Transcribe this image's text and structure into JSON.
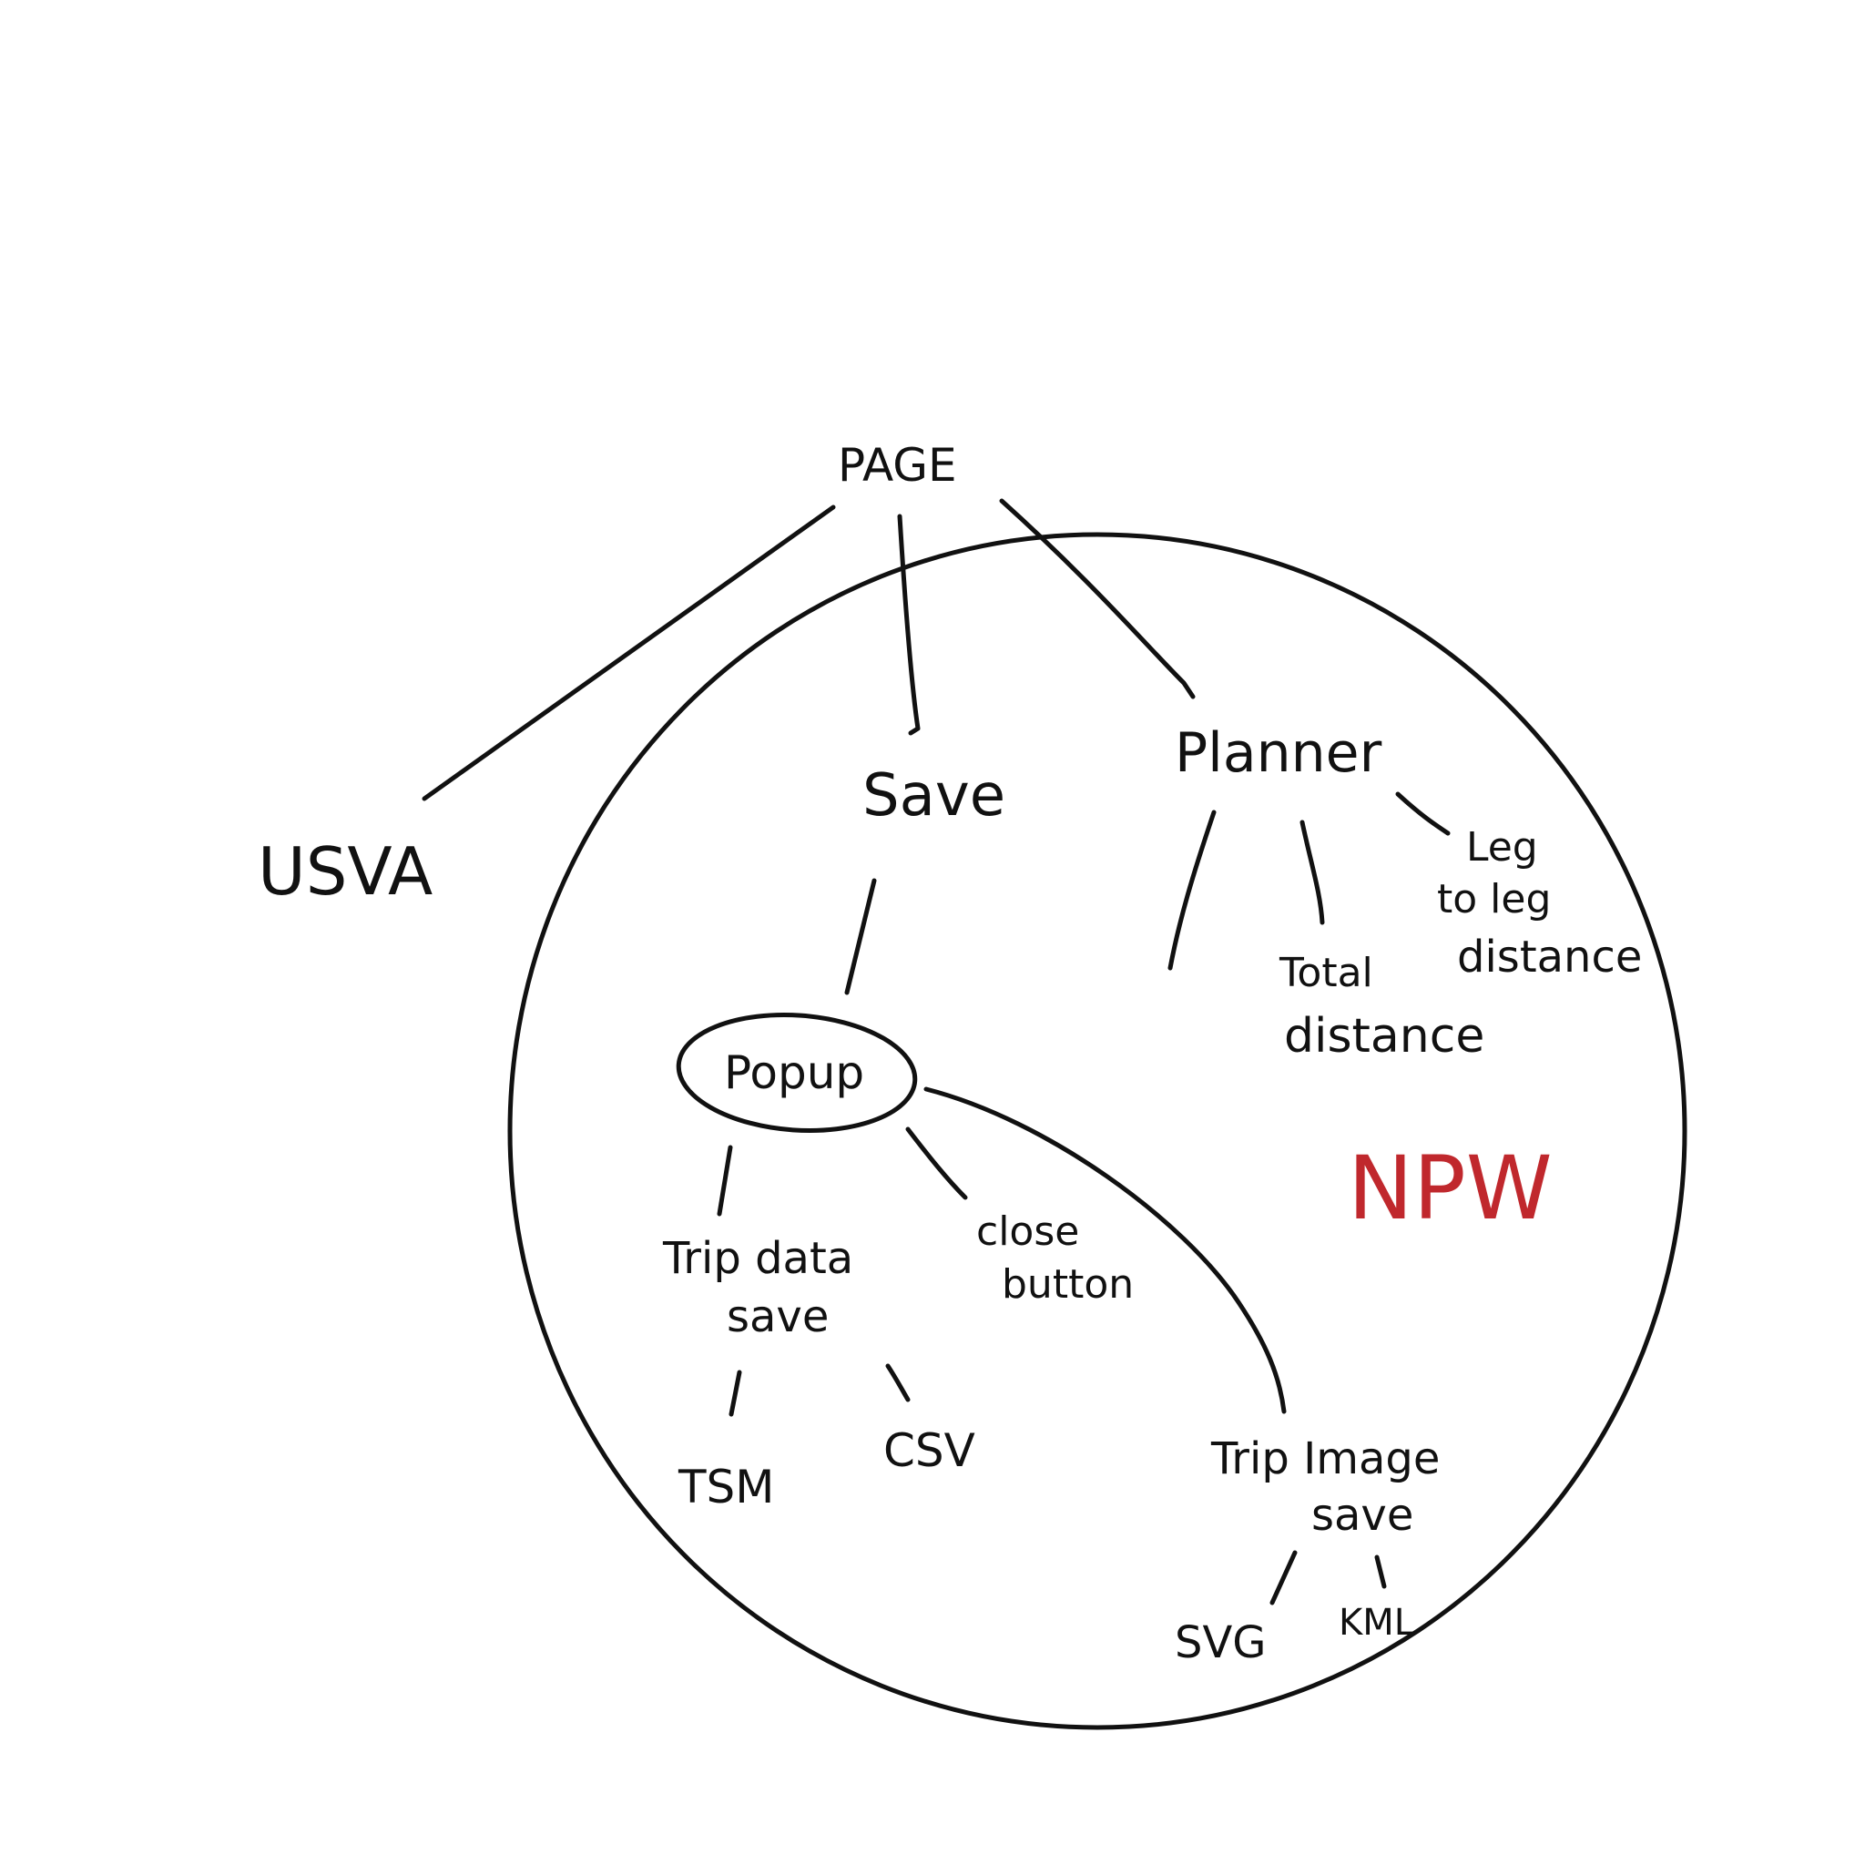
{
  "nodes": {
    "page": "PAGE",
    "usva": "USVA",
    "save": "Save",
    "planner": "Planner",
    "popup": "Popup",
    "total_distance": [
      "Total",
      "distance"
    ],
    "leg_to_leg": [
      "Leg",
      "to leg",
      "distance"
    ],
    "trip_data_save": [
      "Trip data",
      "save"
    ],
    "close_button": [
      "close",
      "button"
    ],
    "tsm": "TSM",
    "csv": "CSV",
    "trip_image_save": [
      "Trip Image",
      "save"
    ],
    "svg": "SVG",
    "kml": "KML",
    "npw": "NPW"
  },
  "colors": {
    "ink": "#111111",
    "accent_red": "#c0282d",
    "background": "#ffffff"
  }
}
